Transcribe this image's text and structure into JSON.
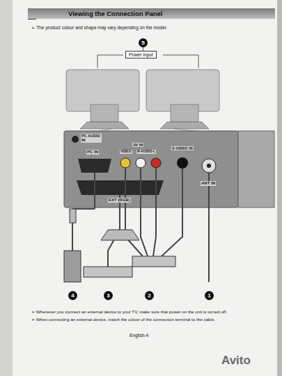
{
  "diagram": {
    "nodes": [
      {
        "text": [
          "Viewing the Connection Panel"
        ]
      },
      {
        "text": [
          "5"
        ]
      },
      {
        "text": [
          "Power Input"
        ]
      },
      {
        "text": [
          "4"
        ]
      },
      {
        "text": [
          "3"
        ]
      },
      {
        "text": [
          "2"
        ]
      },
      {
        "text": [
          "1"
        ]
      }
    ],
    "edges": [
      {
        "from": 1,
        "to": 2,
        "arrow": "none"
      }
    ],
    "labels": [
      "➢ The product colour and shape may vary depending on the model.",
      "PC AUDIO IN",
      "PC IN",
      "AV IN",
      "VIDEO",
      "R-AUDIO-L",
      "S-VIDEO IN",
      "EXT (RGB)",
      "ANT IN",
      "➢ Whenever you connect an external device to your TV, make sure that power on the unit is turned off.",
      "➢ When connecting an external device, match the colour of the connection terminal to the cable.",
      "English-4",
      "Avito"
    ]
  }
}
